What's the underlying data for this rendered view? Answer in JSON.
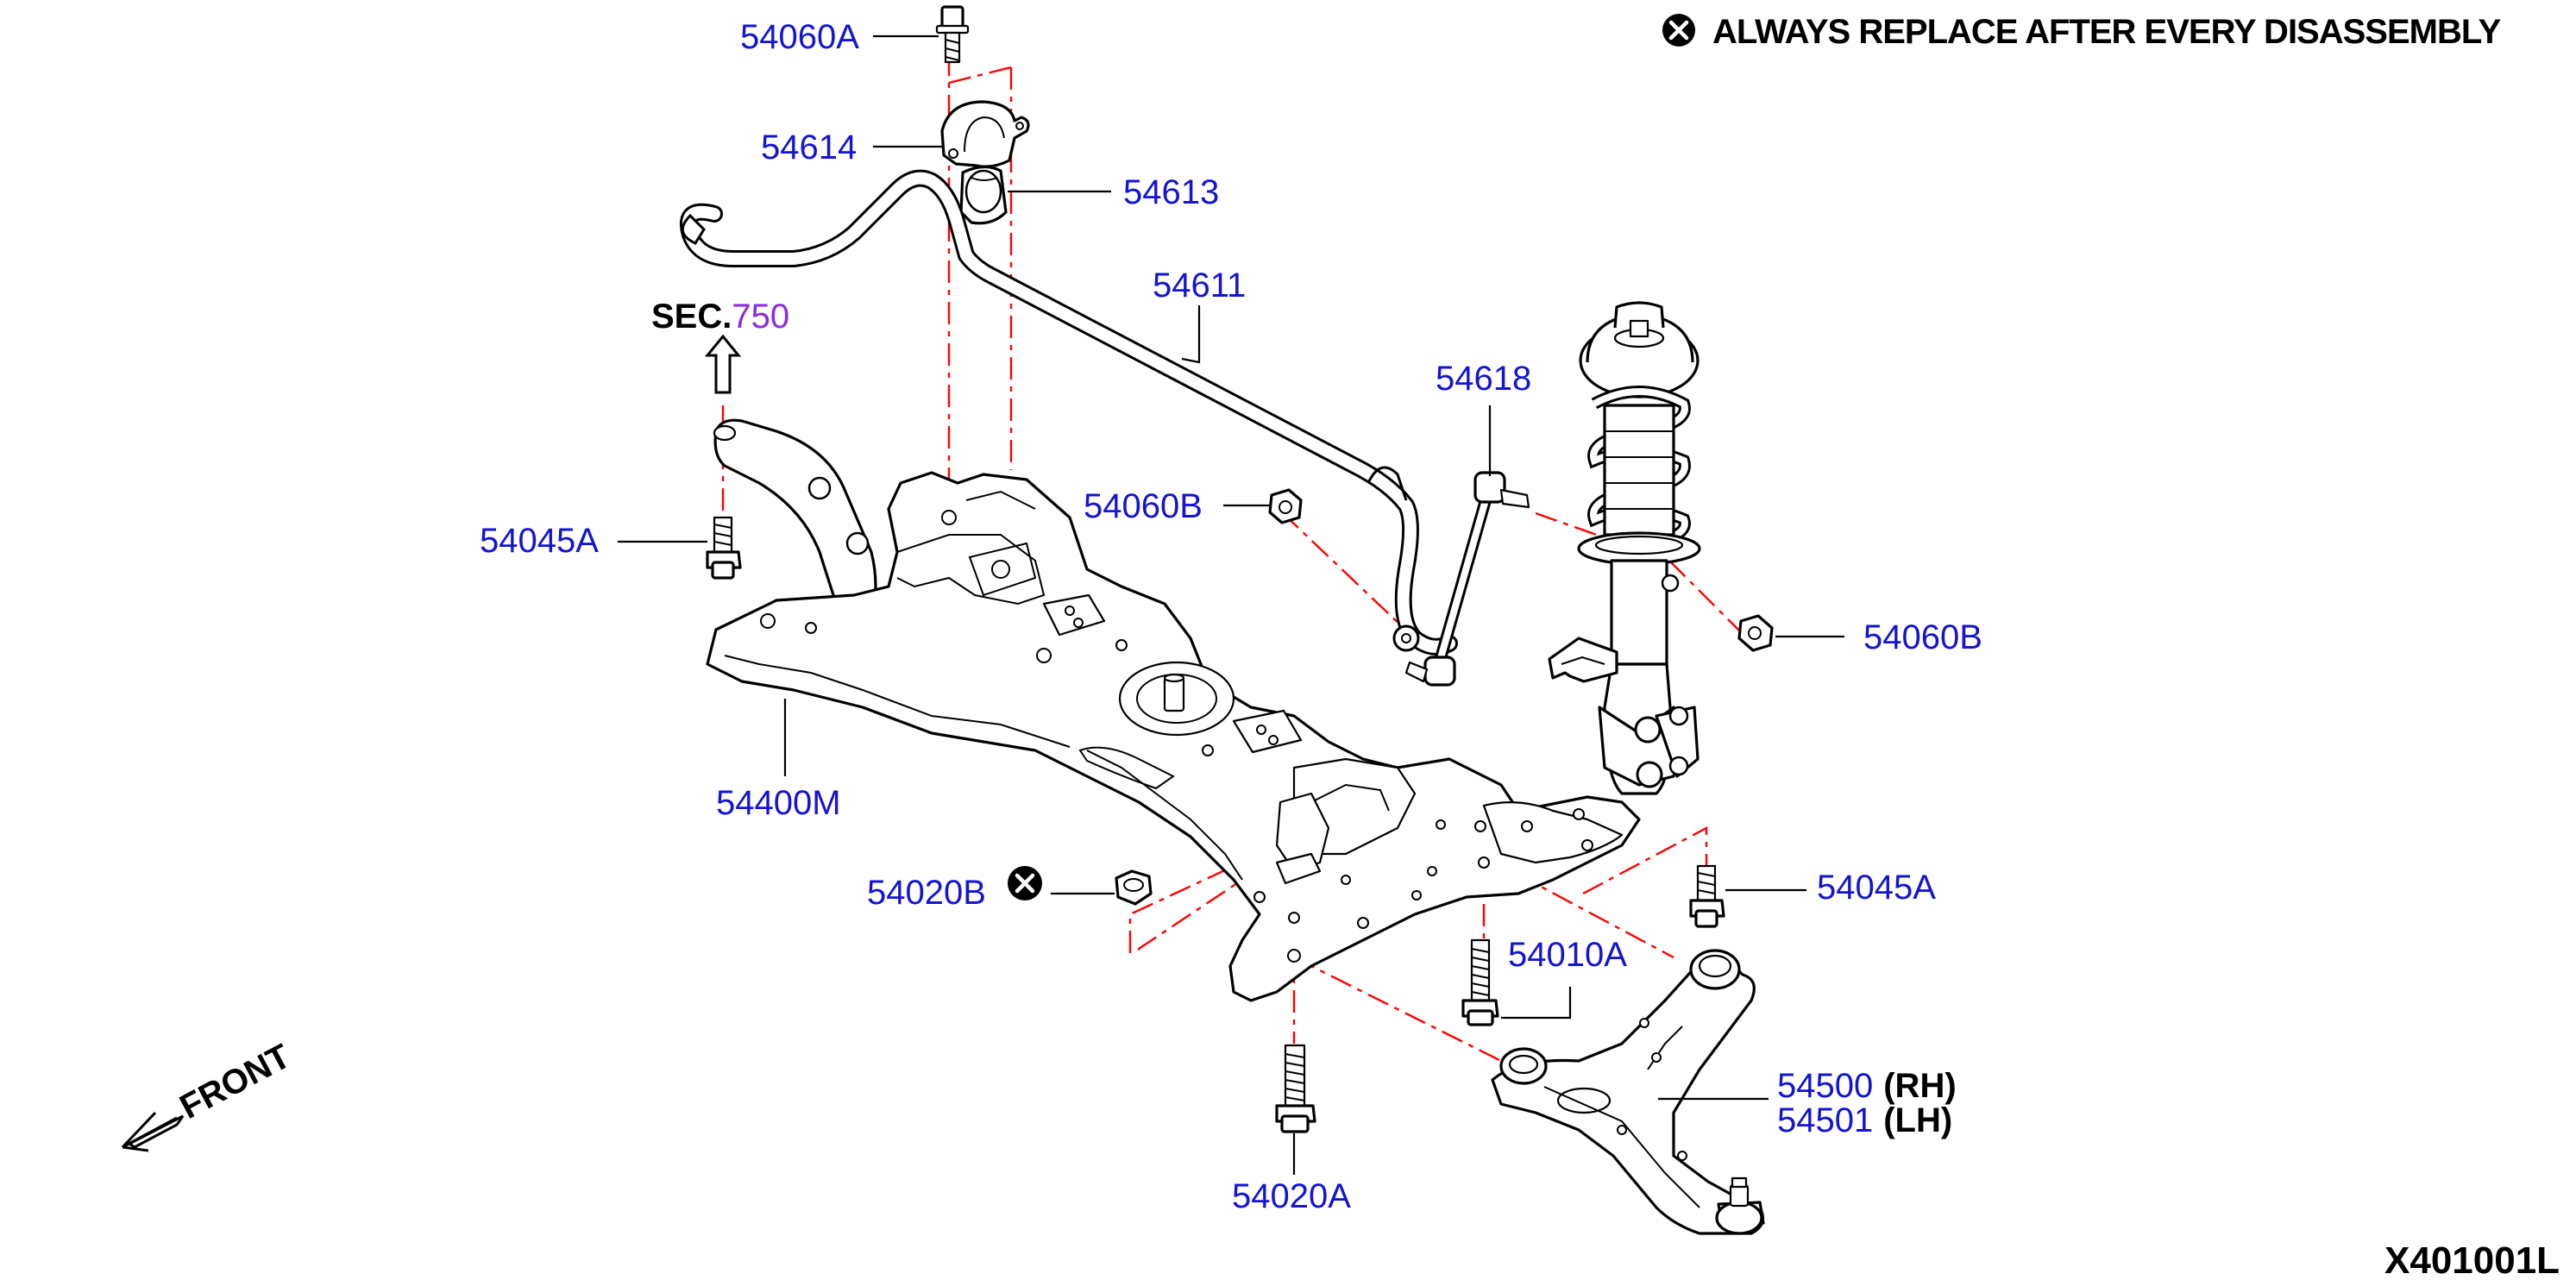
{
  "notice": {
    "text": "ALWAYS REPLACE AFTER EVERY DISASSEMBLY",
    "icon": "circle-x-icon"
  },
  "section_ref": {
    "prefix": "SEC.",
    "number": "750",
    "number_color": "#8a2be2"
  },
  "drawing_id": "X401001L",
  "front_indicator": "FRONT",
  "label_color": "#1414d2",
  "guide_line_color": "#ff0000",
  "parts": {
    "p54060A": "54060A",
    "p54614": "54614",
    "p54613": "54613",
    "p54611": "54611",
    "p54618": "54618",
    "p54060B_left": "54060B",
    "p54060B_right": "54060B",
    "p54045A_left": "54045A",
    "p54045A_right": "54045A",
    "p54400M": "54400M",
    "p54020B": "54020B",
    "p54010A": "54010A",
    "p54020A": "54020A",
    "p54500": "54500",
    "p54500_side": "(RH)",
    "p54501": "54501",
    "p54501_side": "(LH)"
  }
}
